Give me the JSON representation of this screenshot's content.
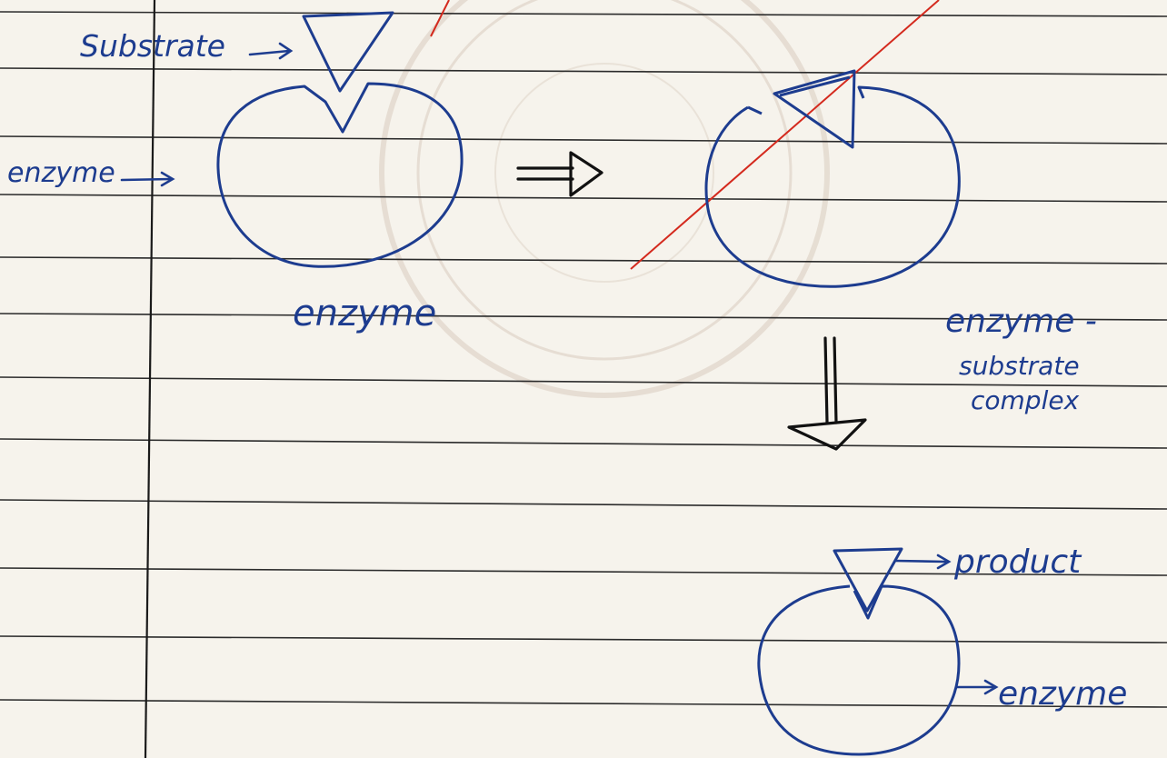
{
  "labels": {
    "substrate": "Substrate",
    "enzyme_left": "enzyme",
    "enzyme_caption": "enzyme",
    "complex_line1": "enzyme -",
    "complex_line2": "substrate",
    "complex_line3": "complex",
    "product": "product",
    "enzyme_bottom": "enzyme"
  },
  "colors": {
    "paper": "#f6f3ec",
    "ruling": "#2b2b2b",
    "ink_blue": "#1d3c8f",
    "ink_black": "#111111",
    "correction_red": "#d42a1e",
    "watermark": "#c9b7a6"
  }
}
